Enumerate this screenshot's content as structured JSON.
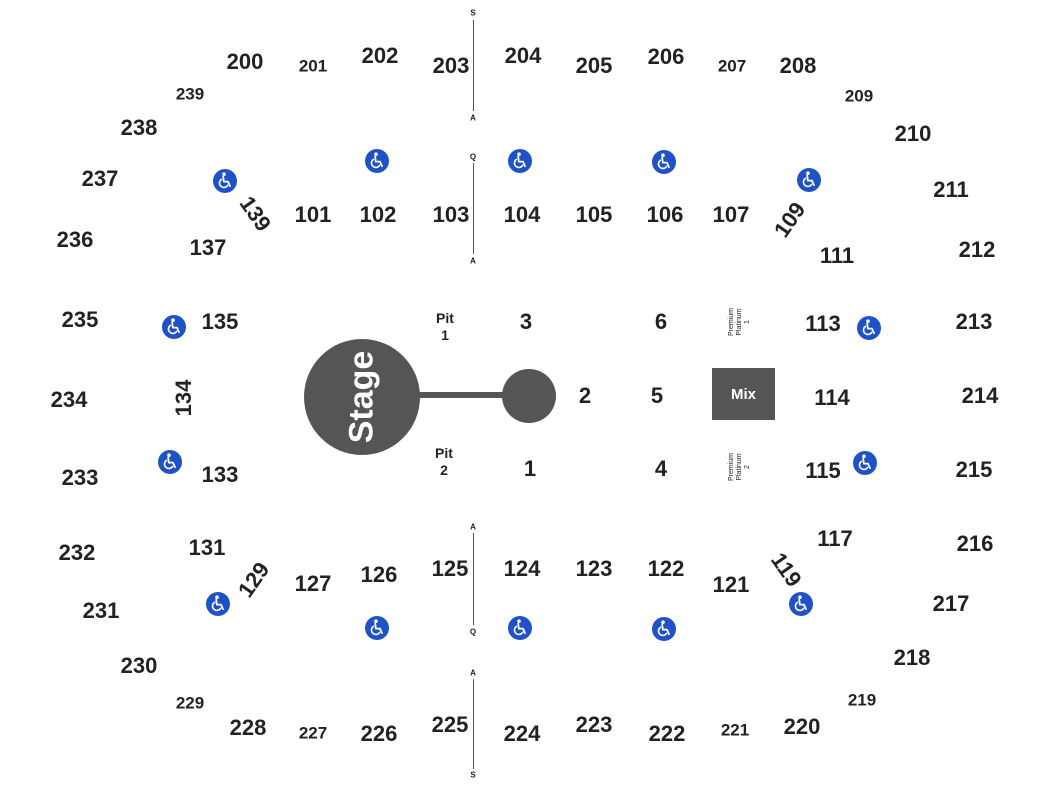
{
  "stage": {
    "label": "Stage"
  },
  "mix": {
    "label": "Mix"
  },
  "pits": [
    {
      "line1": "Pit",
      "line2": "1"
    },
    {
      "line1": "Pit",
      "line2": "2"
    }
  ],
  "premium": [
    {
      "line1": "Premium",
      "line2": "Platinum",
      "line3": "1"
    },
    {
      "line1": "Premium",
      "line2": "Platinum",
      "line3": "2"
    }
  ],
  "floor_sections": [
    "1",
    "2",
    "3",
    "4",
    "5",
    "6"
  ],
  "sections_100": [
    "101",
    "102",
    "103",
    "104",
    "105",
    "106",
    "107",
    "109",
    "111",
    "113",
    "114",
    "115",
    "117",
    "119",
    "121",
    "122",
    "123",
    "124",
    "125",
    "126",
    "127",
    "129",
    "131",
    "133",
    "134",
    "135",
    "137",
    "139"
  ],
  "sections_200": [
    "200",
    "201",
    "202",
    "203",
    "204",
    "205",
    "206",
    "207",
    "208",
    "209",
    "210",
    "211",
    "212",
    "213",
    "214",
    "215",
    "216",
    "217",
    "218",
    "219",
    "220",
    "221",
    "222",
    "223",
    "224",
    "225",
    "226",
    "227",
    "228",
    "229",
    "230",
    "231",
    "232",
    "233",
    "234",
    "235",
    "236",
    "237",
    "238",
    "239"
  ],
  "aisle_letters": {
    "top_outer_top": "S",
    "top_outer_bottom": "A",
    "top_inner_top": "Q",
    "top_inner_bottom": "A",
    "bottom_inner_top": "A",
    "bottom_inner_bottom": "Q",
    "bottom_outer_top": "A",
    "bottom_outer_bottom": "S"
  },
  "colors": {
    "stage": "#555555",
    "accessible": "#1f52c9",
    "text": "#222222"
  },
  "icons": {
    "accessible": "wheelchair-icon"
  }
}
